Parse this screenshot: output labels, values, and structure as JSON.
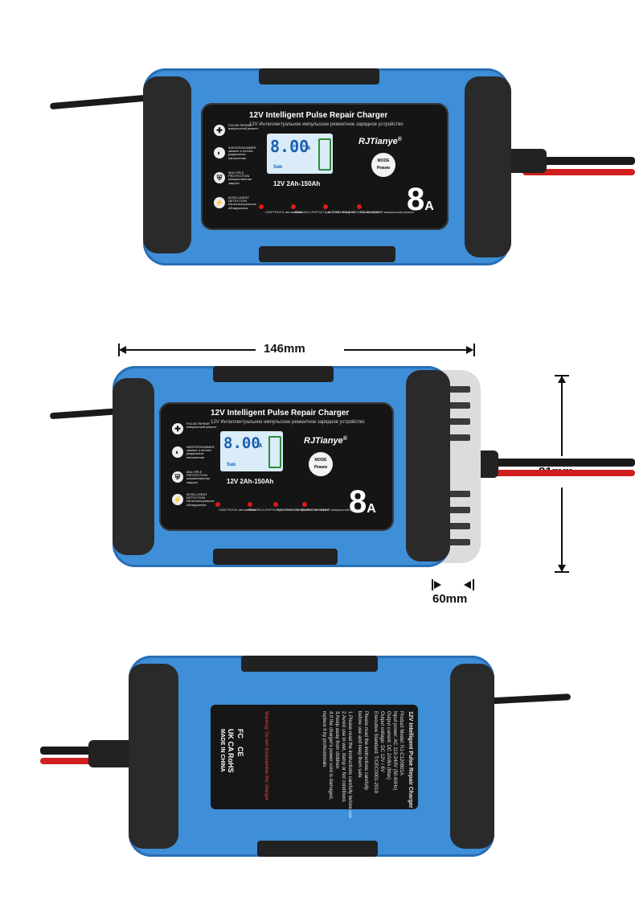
{
  "colors": {
    "shell": "#3e8fd8",
    "bumper": "#2a2a2a",
    "panel": "#151515",
    "lcd": "#d9ecf8",
    "indicator": "#e01818",
    "cable_red": "#d01f1f"
  },
  "product": {
    "title": "12V Intelligent Pulse Repair Charger",
    "subtitle_ru": "12V Интеллектуальное импульсное ремонтное зарядное устройство",
    "brand": "RJTianye",
    "brand_mark": "®",
    "current_big": "8",
    "current_unit": "A",
    "lcd_reading": "8.00",
    "lcd_unit": "A",
    "lcd_sub": "Sum",
    "range": "12V  2Ah-150Ah",
    "mode_button": {
      "line1": "MODE",
      "line2": "Режим"
    },
    "features": [
      {
        "icon": "shield-plus-icon",
        "text": "PULSE REPAIR импульсный ремонт"
      },
      {
        "icon": "snowflake-sun-icon",
        "text": "WINTER/SUMMER зимнее и летнее раздельное наполнение"
      },
      {
        "icon": "shield-protection-icon",
        "text": "MULTIPLE PROTECTION множественная защита"
      },
      {
        "icon": "detection-icon",
        "text": "INTELLIGENT DETECTION Интеллектуальное обнаружение"
      }
    ],
    "modes": [
      {
        "icon": "car-icon",
        "text": "CAR/TRUCK автомобиль"
      },
      {
        "icon": "battery-icon",
        "text": "AGM/GEL/LiFePO4 Пуск- Стоп / Батареи"
      },
      {
        "icon": "motorcycle-icon",
        "text": "MOTORCYCLE TRICKLE мотоцикл"
      },
      {
        "icon": "pulse-shield-icon",
        "text": "PULSE REPAIR импульсный ремонт"
      }
    ]
  },
  "dimensions": {
    "width": "146mm",
    "height": "81mm",
    "depth": "60mm"
  },
  "back_label": {
    "title": "12V Intelligent Pulse Repair Charger",
    "lines": [
      "Product Model: RJ-C120801A",
      "Input power: AC 110-240V  (50-60Hz)",
      "Output current: DC 2A/8A (Max)",
      "Output voltage: DC 12V / 6V",
      "Executive Standard: T/CEC0001-2019",
      "Please read the instructions carefully",
      "before use and keep them safe",
      "1.Please read the instructions carefully before use",
      "2.Avoid use in wet, damp or hot conditions",
      "3.Keep away from children",
      "4.If the charger's power cord is damaged,",
      "replace it by professionals",
      "Warning: Do not disassemble this charger"
    ],
    "certs": [
      "FC",
      "CE",
      "UK CA",
      "RoHS"
    ],
    "made_in": "MADE IN CHINA"
  }
}
